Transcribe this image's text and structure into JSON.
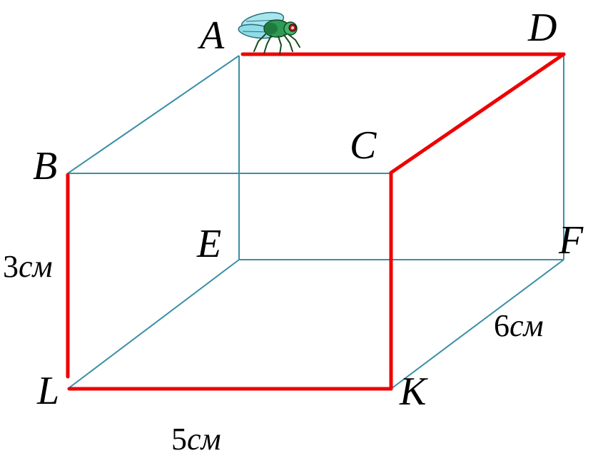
{
  "vertices": {
    "A": "A",
    "B": "B",
    "C": "C",
    "D": "D",
    "E": "E",
    "F": "F",
    "K": "K",
    "L": "L"
  },
  "dimensions": {
    "height": {
      "num": "3",
      "unit": "см"
    },
    "depth": {
      "num": "6",
      "unit": "см"
    },
    "width": {
      "num": "5",
      "unit": "см"
    }
  },
  "colors": {
    "edge": "#3a8fa6",
    "path": "#ee0000",
    "text": "#000000"
  },
  "icons": [
    "fly-icon"
  ]
}
